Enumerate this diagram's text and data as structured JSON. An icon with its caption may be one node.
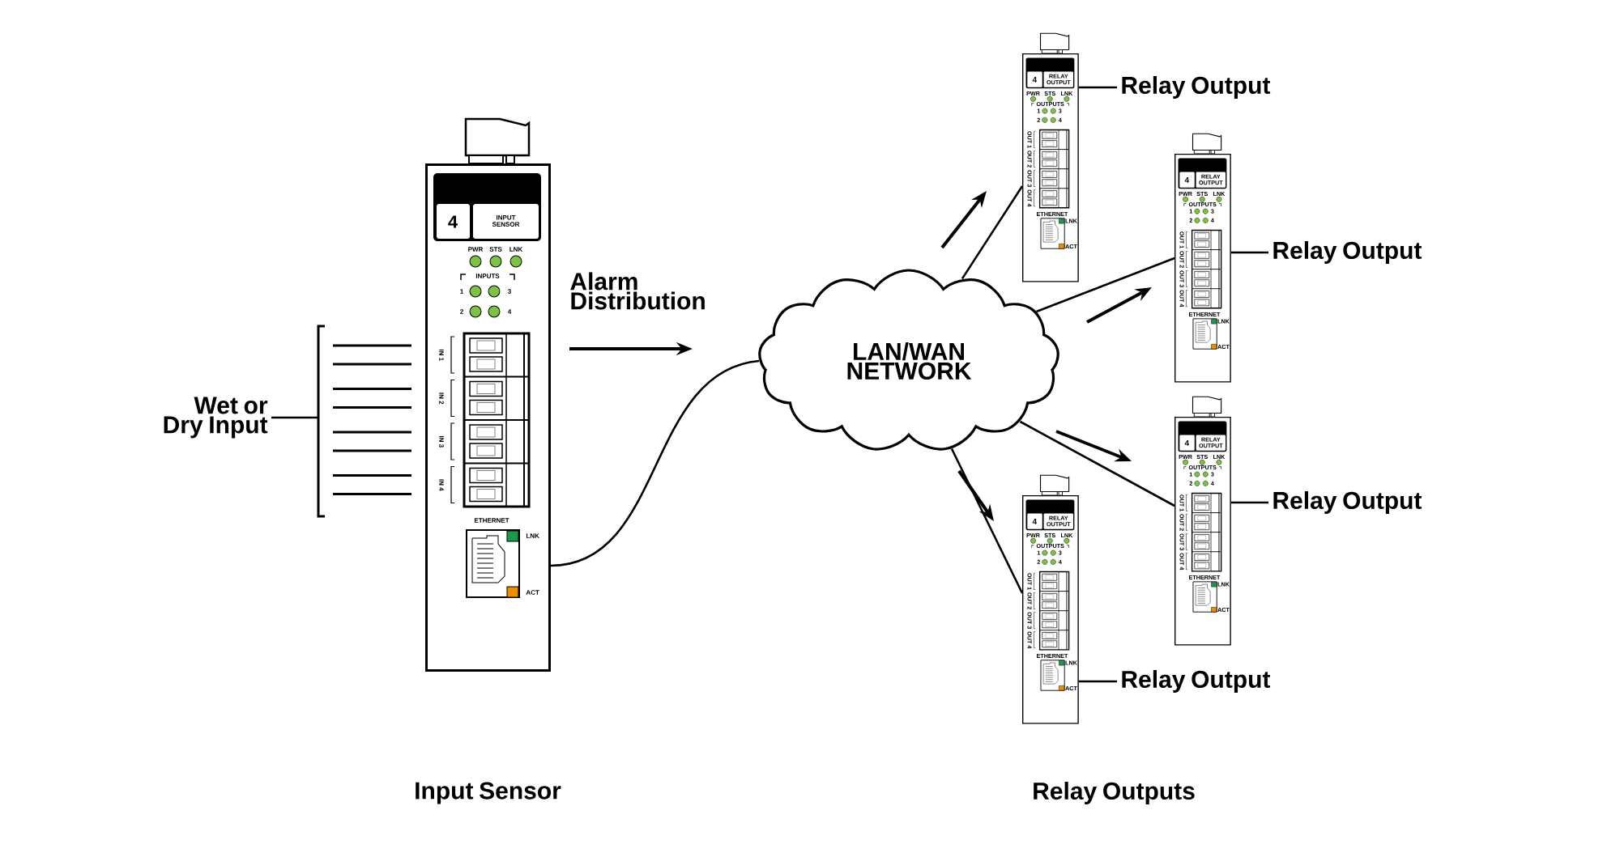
{
  "diagram": {
    "nodes": [
      {
        "text": [
          "Wet or Dry Input"
        ]
      },
      {
        "text": [],
        "shape": "bracket"
      },
      {
        "text": [
          "4",
          "INPUT SENSOR",
          "PWR",
          "STS",
          "LNK",
          "INPUTS",
          "1",
          "3",
          "2",
          "4",
          "IN 1",
          "IN 2",
          "IN 3",
          "IN 4",
          "ETHERNET",
          "LNK",
          "ACT"
        ]
      },
      {
        "text": [
          "LAN/WAN NETWORK"
        ]
      },
      {
        "text": [
          "4",
          "RELAY OUTPUT",
          "PWR",
          "STS",
          "LNK",
          "OUTPUTS",
          "1",
          "3",
          "2",
          "4",
          "OUT 1",
          "OUT 2",
          "OUT 3",
          "OUT 4",
          "ETHERNET",
          "LNK",
          "ACT"
        ]
      },
      {
        "text": [
          "4",
          "RELAY OUTPUT",
          "PWR",
          "STS",
          "LNK",
          "OUTPUTS",
          "1",
          "3",
          "2",
          "4",
          "OUT 1",
          "OUT 2",
          "OUT 3",
          "OUT 4",
          "ETHERNET",
          "LNK",
          "ACT"
        ]
      },
      {
        "text": [
          "4",
          "RELAY OUTPUT",
          "PWR",
          "STS",
          "LNK",
          "OUTPUTS",
          "1",
          "3",
          "2",
          "4",
          "OUT 1",
          "OUT 2",
          "OUT 3",
          "OUT 4",
          "ETHERNET",
          "LNK",
          "ACT"
        ]
      },
      {
        "text": [
          "4",
          "RELAY OUTPUT",
          "PWR",
          "STS",
          "LNK",
          "OUTPUTS",
          "1",
          "3",
          "2",
          "4",
          "OUT 1",
          "OUT 2",
          "OUT 3",
          "OUT 4",
          "ETHERNET",
          "LNK",
          "ACT"
        ]
      },
      {
        "text": [
          "Relay Output"
        ]
      },
      {
        "text": [
          "Relay Output"
        ]
      },
      {
        "text": [
          "Relay Output"
        ]
      },
      {
        "text": [
          "Relay Output"
        ]
      }
    ],
    "edges": [
      {
        "from": 0,
        "to": 1,
        "arrow": "none"
      },
      {
        "from": 2,
        "to": 3,
        "arrow": "none"
      },
      {
        "from": 3,
        "to": 4,
        "arrow": "none"
      },
      {
        "from": 3,
        "to": 5,
        "arrow": "none"
      },
      {
        "from": 3,
        "to": 6,
        "arrow": "none"
      },
      {
        "from": 3,
        "to": 7,
        "arrow": "none"
      },
      {
        "from": 8,
        "to": 4,
        "arrow": "none"
      },
      {
        "from": 9,
        "to": 5,
        "arrow": "none"
      },
      {
        "from": 10,
        "to": 6,
        "arrow": "none"
      },
      {
        "from": 11,
        "to": 7,
        "arrow": "none"
      }
    ],
    "labels": [
      "Alarm Distribution",
      "Input Sensor",
      "Relay Outputs"
    ]
  }
}
